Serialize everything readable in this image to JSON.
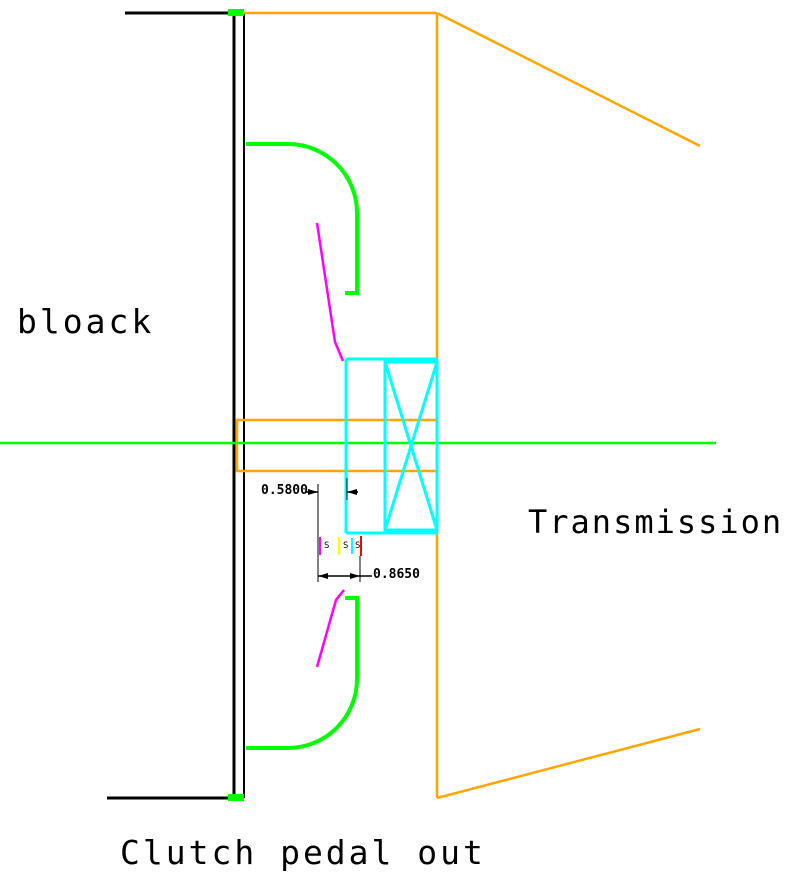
{
  "drawing": {
    "labels": {
      "block": "bloack",
      "transmission": "Transmission",
      "clutch_pedal_out": "Clutch pedal out"
    },
    "dimensions": {
      "width_1": "0.5800",
      "width_2": "0.8650"
    },
    "tick_labels": [
      "S",
      "S",
      "S"
    ],
    "colors": {
      "background": "#ffffff",
      "line": "#000000",
      "green": "#00ff00",
      "orange": "#ffa500",
      "cyan": "#00ffff",
      "magenta": "#ff00ff",
      "red": "#ff0000",
      "yellow": "#ffff00"
    }
  }
}
